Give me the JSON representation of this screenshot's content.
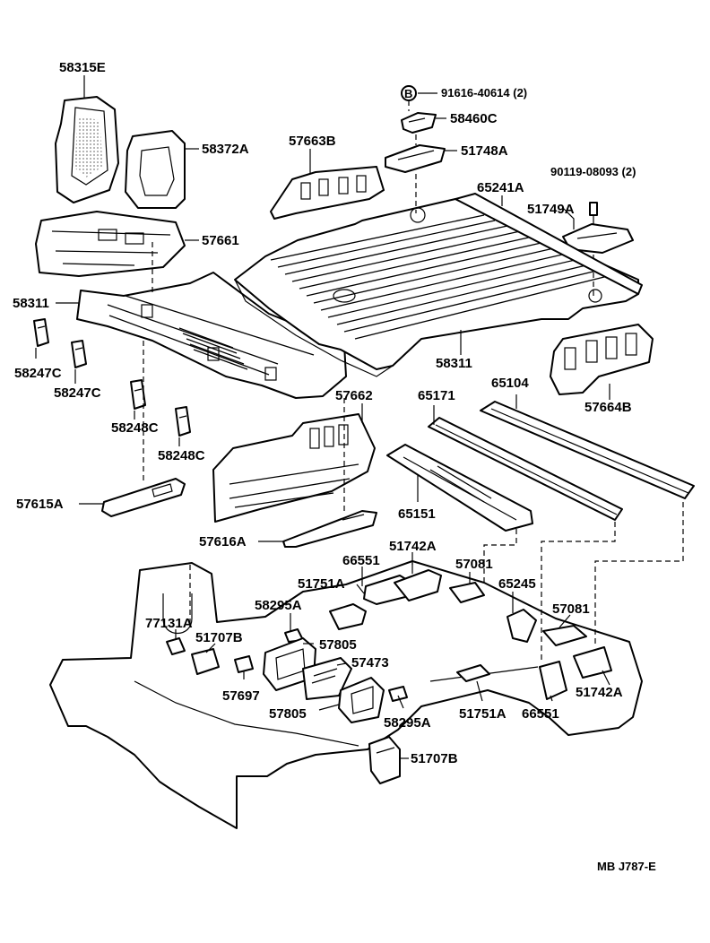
{
  "diagram": {
    "labels": {
      "p58315E": "58315E",
      "p58372A": "58372A",
      "p57661": "57661",
      "p58311_left": "58311",
      "p58247C_1": "58247C",
      "p58247C_2": "58247C",
      "p58248C_1": "58248C",
      "p58248C_2": "58248C",
      "p57615A": "57615A",
      "p57663B": "57663B",
      "p91616": "91616-40614 (2)",
      "p58460C": "58460C",
      "p51748A": "51748A",
      "p90119": "90119-08093 (2)",
      "p65241A": "65241A",
      "p51749A": "51749A",
      "p58311_center": "58311",
      "p57664B": "57664B",
      "p57662": "57662",
      "p65171": "65171",
      "p65104": "65104",
      "p65151": "65151",
      "p57616A": "57616A",
      "p66551_top": "66551",
      "p51742A_top": "51742A",
      "p57081_top": "57081",
      "p51751A_top": "51751A",
      "p65245": "65245",
      "p57081_right": "57081",
      "p58295A_top": "58295A",
      "p77131A": "77131A",
      "p51707B_top": "51707B",
      "p57805_top": "57805",
      "p57473": "57473",
      "p57697": "57697",
      "p57805_bottom": "57805",
      "p58295A_bottom": "58295A",
      "p51751A_bottom": "51751A",
      "p66551_bottom": "66551",
      "p51742A_bottom": "51742A",
      "p51707B_bottom": "51707B",
      "bolt_symbol": "B",
      "drawing_code": "MB J787-E"
    }
  }
}
